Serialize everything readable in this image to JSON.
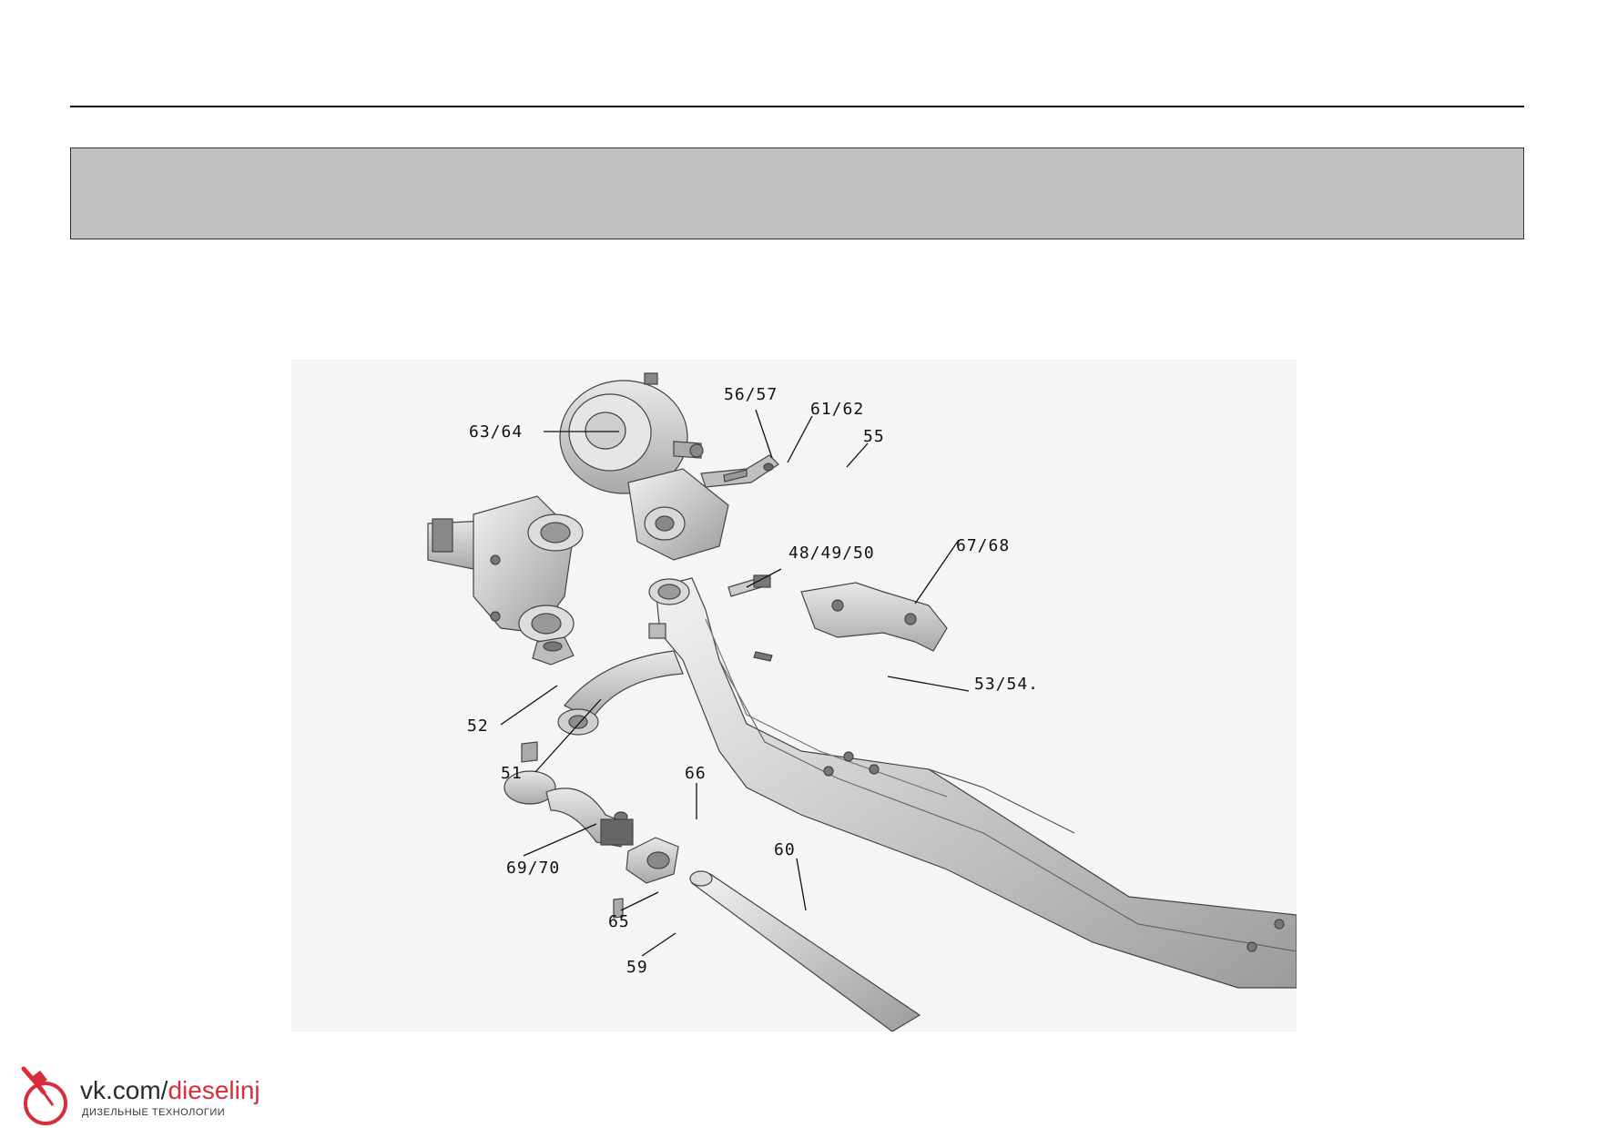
{
  "header": {
    "title": ""
  },
  "diagram": {
    "labels": {
      "p63_64": "63/64",
      "p56_57": "56/57",
      "p61_62": "61/62",
      "p55": "55",
      "p48_49_50": "48/49/50",
      "p67_68": "67/68",
      "p53_54": "53/54.",
      "p52": "52",
      "p51": "51",
      "p66": "66",
      "p69_70": "69/70",
      "p60": "60",
      "p65": "65",
      "p59": "59"
    }
  },
  "watermark": {
    "url_prefix": "vk.com/",
    "url_suffix": "dieselinj",
    "subtitle": "ДИЗЕЛЬНЫЕ ТЕХНОЛОГИИ",
    "accent_color": "#d92d3a"
  }
}
